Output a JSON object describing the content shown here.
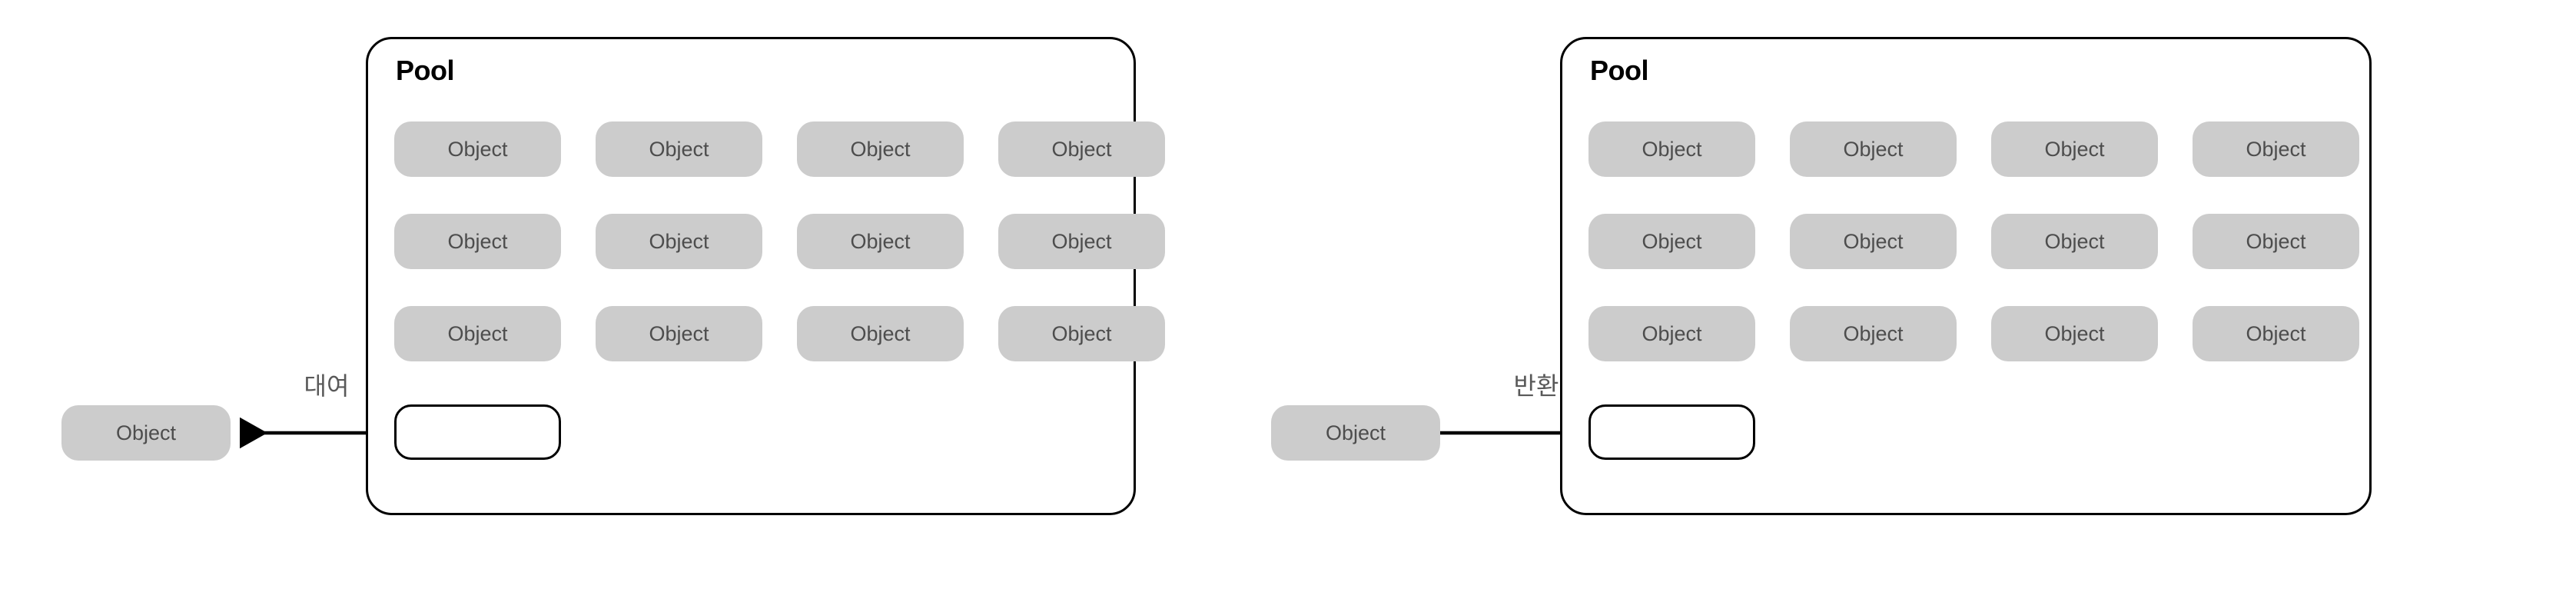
{
  "diagram": {
    "title_implicit": "Object Pool Pattern - Rent and Return",
    "background_color": "#ffffff",
    "pill_fill_color": "#cccccc",
    "pill_text_color": "#4d4d4d",
    "border_color": "#000000",
    "label_text_color": "#595959"
  },
  "panels": [
    {
      "id": "rent",
      "pool": {
        "title": "Pool",
        "rows": [
          {
            "objects": [
              "Object",
              "Object",
              "Object",
              "Object"
            ]
          },
          {
            "objects": [
              "Object",
              "Object",
              "Object",
              "Object"
            ]
          },
          {
            "objects": [
              "Object",
              "Object",
              "Object",
              "Object"
            ]
          }
        ],
        "empty_slot_label": ""
      },
      "arrow": {
        "label": "대여",
        "direction": "left"
      },
      "external_object": {
        "label": "Object"
      }
    },
    {
      "id": "return",
      "pool": {
        "title": "Pool",
        "rows": [
          {
            "objects": [
              "Object",
              "Object",
              "Object",
              "Object"
            ]
          },
          {
            "objects": [
              "Object",
              "Object",
              "Object",
              "Object"
            ]
          },
          {
            "objects": [
              "Object",
              "Object",
              "Object",
              "Object"
            ]
          }
        ],
        "empty_slot_label": ""
      },
      "arrow": {
        "label": "반환",
        "direction": "right"
      },
      "external_object": {
        "label": "Object"
      }
    }
  ]
}
